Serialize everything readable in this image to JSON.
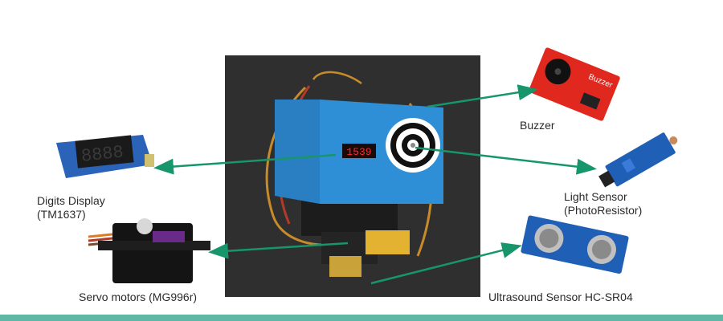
{
  "labels": {
    "digits_display_line1": "Digits Display",
    "digits_display_line2": "(TM1637)",
    "servo_motors": "Servo motors (MG996r)",
    "buzzer": "Buzzer",
    "light_sensor_line1": "Light Sensor",
    "light_sensor_line2": "(PhotoResistor)",
    "ultrasound_sensor": "Ultrasound Sensor HC-SR04"
  },
  "device_display_value": "1539",
  "buzzer_board_text": "Buzzer",
  "colors": {
    "arrow": "#17956b",
    "footer_bar": "#5fb8a6",
    "photo_background": "#2f2f2f",
    "device_blue": "#2f8fd6",
    "display_red": "#ff2a2a"
  }
}
